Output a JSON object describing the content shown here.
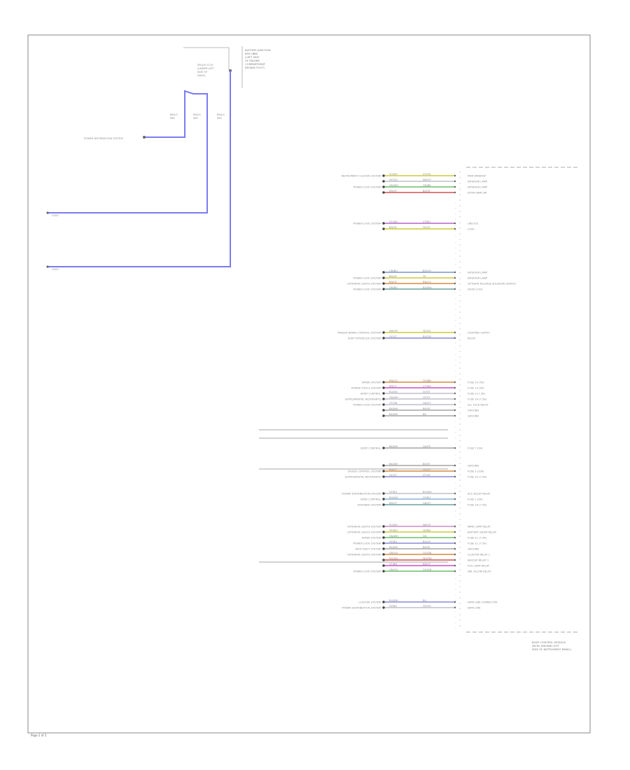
{
  "footer": {
    "page_label": "Page 2 of 2"
  },
  "fuse_box_note": [
    "BATTERY JUNCTION",
    "BOX (BJB)",
    "(LEFT SIDE",
    "OF ENGINE",
    "COMPARTMENT",
    "BEHIND FOOT)"
  ],
  "splice_label": [
    "SPLICE S110",
    "(UNDER LEFT",
    "SIDE OF",
    "DASH)"
  ],
  "module_title": "BODY CONTROL MODULE",
  "module_location": [
    "(BCM) (BEHIND LEFT",
    "SIDE OF INSTRUMENT PANEL)"
  ],
  "left_device": "POWER DISTRIBUTION SYSTEM",
  "left_grounds": [
    "G200",
    "G300"
  ],
  "wire_codes_left": [
    [
      "BK/LG",
      "SBC"
    ],
    [
      "BK/LG",
      "SBC"
    ],
    [
      "BK/LG",
      "SBC"
    ]
  ],
  "pin_rows": [
    {
      "from": "INSTRUMENT CLUSTER SYSTEM",
      "c1": "YL/WH",
      "c2": "VT/OG",
      "dest": "PWR WINDOW",
      "color": "#d8d86a"
    },
    {
      "from": "",
      "c1": "GY/OG",
      "c2": "WH/VT",
      "dest": "INTERIOR LAMP",
      "color": "#cfcfd8"
    },
    {
      "from": "POWER LOCK SYSTEM",
      "c1": "GN/WH",
      "c2": "GN/BK",
      "dest": "INTERIOR LAMP",
      "color": "#8fcf8f"
    },
    {
      "from": "",
      "c1": "RD/VT",
      "c2": "BU/YE",
      "dest": "DOOR AJAR SW",
      "color": "#e07a7a"
    },
    {
      "from": "POWER LOCK SYSTEM",
      "c1": "VT/WH",
      "c2": "VT/BU",
      "dest": "UNLOCK",
      "color": "#c78ad6"
    },
    {
      "from": "",
      "c1": "BN/YE",
      "c2": "YE/GY",
      "dest": "LOCK",
      "color": "#d8d86a"
    },
    {
      "from": "",
      "c1": "GN/BU",
      "c2": "BU/OG",
      "dest": "INTERIOR LAMP",
      "color": "#9bb0d8"
    },
    {
      "from": "POWER LOCK SYSTEM",
      "c1": "BN/YE",
      "c2": "YE",
      "dest": "INTERIOR LAMP",
      "color": "#d8d86a"
    },
    {
      "from": "EXTERIOR LIGHTS SYSTEM",
      "c1": "BN/GY",
      "c2": "BN/OG",
      "dest": "LIFTGATE RELEASE SOLENOID SWITCH",
      "color": "#e0a870"
    },
    {
      "from": "POWER LOCK SYSTEM",
      "c1": "GN/BU",
      "c2": "BU/WH",
      "dest": "DOOR LOCK",
      "color": "#8fb8b8"
    },
    {
      "from": "TRAILER BRAKE CONTROL SYSTEM",
      "c1": "WH/YE",
      "c2": "YE/OG",
      "dest": "LIGHTING SUPPLY",
      "color": "#d8d86a"
    },
    {
      "from": "SHIFT INTERLOCK SYSTEM",
      "c1": "GY/VT",
      "c2": "BU/GN",
      "dest": "RELAY",
      "color": "#a8a8e0"
    },
    {
      "from": "WIPER SYSTEM",
      "c1": "BN/OG",
      "c2": "OG/BN",
      "dest": "FUSE 10 (5A)",
      "color": "#e0a870"
    },
    {
      "from": "POWER TOOLS SYSTEM",
      "c1": "BN/VT",
      "c2": "VT/WH",
      "dest": "FUSE 13 (5A)",
      "color": "#d87ad8"
    },
    {
      "from": "BODY CONTROL",
      "c1": "BU/GN",
      "c2": "GY/VT",
      "dest": "FUSE 3 (7.5A)",
      "color": "#cfcfd8"
    },
    {
      "from": "SUPPLEMENTAL RESTRAINTS",
      "c1": "GN/WH",
      "c2": "GY/VT",
      "dest": "FUSE 24 (7.5A)",
      "color": "#cfcfd8"
    },
    {
      "from": "POWER LOCK SYSTEM",
      "c1": "VT/GN",
      "c2": "GN/VT",
      "dest": "ALL LOCK RELAY",
      "color": "#cfcfd8"
    },
    {
      "from": "",
      "c1": "BK/WH",
      "c2": "BK/YE",
      "dest": "GROUND",
      "color": "#bbbbbb"
    },
    {
      "from": "",
      "c1": "BK/WH",
      "c2": "BK",
      "dest": "GROUND",
      "color": "#bbbbbb"
    },
    {
      "from": "BODY CONTROL",
      "c1": "BK/WH",
      "c2": "GN/YE",
      "dest": "FUSE 7 (5A)",
      "color": "#bbbbbb"
    },
    {
      "from": "",
      "c1": "BK/WH",
      "c2": "BK/YE",
      "dest": "GROUND",
      "color": "#bbbbbb"
    },
    {
      "from": "CRUISE CONTROL SYSTEM",
      "c1": "BN/VT",
      "c2": "OG/VT",
      "dest": "FUSE 2 (10A)",
      "color": "#e0a870"
    },
    {
      "from": "SUPPLEMENTAL RESTRAINTS",
      "c1": "GY/VT",
      "c2": "VT/GY",
      "dest": "FUSE 20 (7.5A)",
      "color": "#a8a8e0"
    },
    {
      "from": "POWER DISTRIBUTION SYSTEM",
      "c1": "GY/BU",
      "c2": "BU/WH",
      "dest": "ACC DELAY RELAY",
      "color": "#cfcfd8"
    },
    {
      "from": "BODY CONTROL",
      "c1": "BU/WH",
      "c2": "GY/BU",
      "dest": "FUSE 1 (5A)",
      "color": "#a8c8e0"
    },
    {
      "from": "STEERING SYSTEM",
      "c1": "BN/VT",
      "c2": "GN/VT",
      "dest": "FUSE 18 (7.5A)",
      "color": "#8fb8b8"
    },
    {
      "from": "EXTERIOR LIGHTS SYSTEM",
      "c1": "YL/WH",
      "c2": "WH/VT",
      "dest": "PARK LAMP RELAY",
      "color": "#d8a8d8"
    },
    {
      "from": "EXTERIOR LIGHTS SYSTEM",
      "c1": "YE/WH",
      "c2": "YE/BN",
      "dest": "BATTERY SAVER RELAY",
      "color": "#d8d86a"
    },
    {
      "from": "WIPER SYSTEM",
      "c1": "GN/WH",
      "c2": "GN",
      "dest": "FUSE 21 (7.5A)",
      "color": "#8fcf8f"
    },
    {
      "from": "POWER LOCK SYSTEM",
      "c1": "GY/BU",
      "c2": "BU/GY",
      "dest": "FUSE 11 (7.5A)",
      "color": "#a8a8e0"
    },
    {
      "from": "ANTI-THEFT SYSTEM",
      "c1": "BK/WH",
      "c2": "BK/YE",
      "dest": "GROUND",
      "color": "#bbbbbb"
    },
    {
      "from": "EXTERIOR LIGHTS SYSTEM",
      "c1": "GN/OG",
      "c2": "OG/GN",
      "dest": "CLUSTER RELAY 1",
      "color": "#e0a870"
    },
    {
      "from": "",
      "c1": "RD/WH",
      "c2": "WH/RD",
      "dest": "BACKUP RELAY 2",
      "color": "#e07a7a"
    },
    {
      "from": "",
      "c1": "VT/BN",
      "c2": "BN/VT",
      "dest": "FOG LAMP RELAY",
      "color": "#d87ad8"
    },
    {
      "from": "POWER LOCK SYSTEM",
      "c1": "GN/OG",
      "c2": "OG/GN",
      "dest": "DRL ALLOW RELAY",
      "color": "#8fcf8f"
    },
    {
      "from": "CLUSTER SYSTEM",
      "c1": "BU/WH",
      "c2": "BU",
      "dest": "DATA LINK CONNECTOR",
      "color": "#a8a8e0"
    },
    {
      "from": "POWER DISTRIBUTION SYSTEM",
      "c1": "GY/BU",
      "c2": "GY/OG",
      "dest": "DATA LINK",
      "color": "#cfcfd8"
    }
  ]
}
